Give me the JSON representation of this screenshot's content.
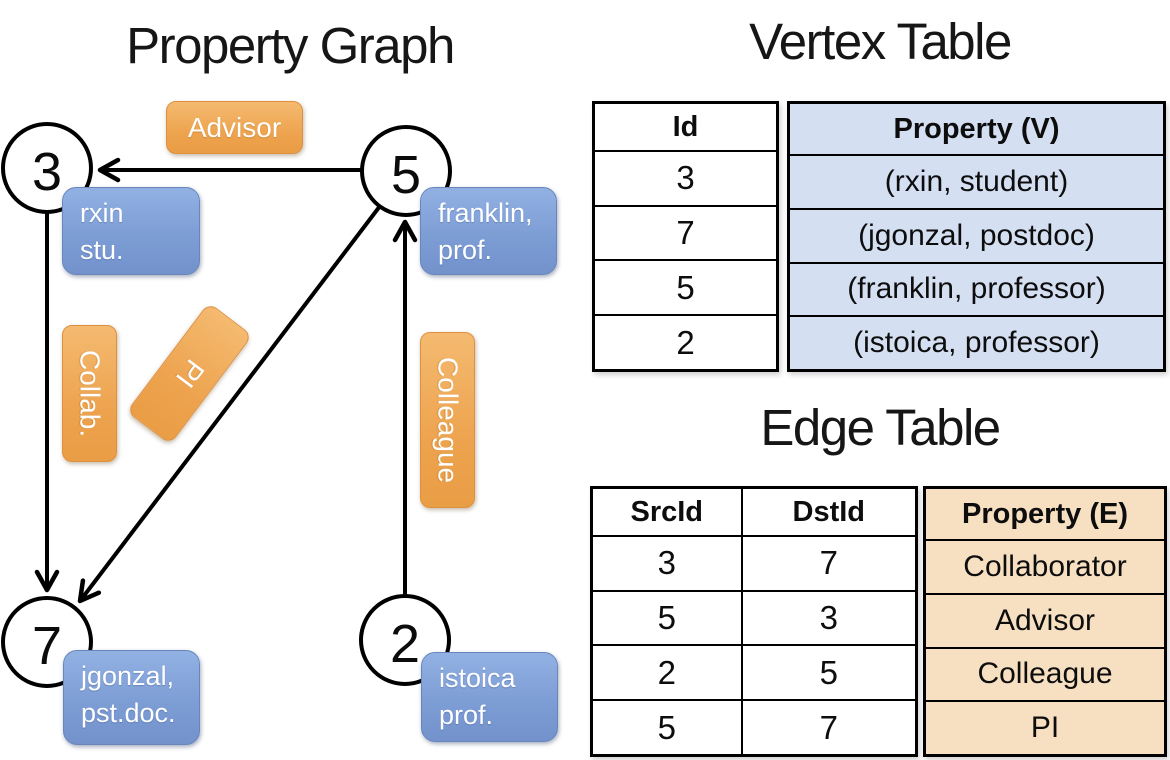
{
  "colors": {
    "edge_label_orange": "#eda24d",
    "vertex_label_blue": "#7d9dd5",
    "vertex_property_fill": "#d5dff2",
    "edge_property_fill": "#f7dfc1",
    "line_black": "#000000"
  },
  "graph": {
    "title": "Property Graph",
    "nodes": [
      {
        "id": "3"
      },
      {
        "id": "5"
      },
      {
        "id": "7"
      },
      {
        "id": "2"
      }
    ],
    "vertex_labels": [
      {
        "line1": "rxin",
        "line2": "stu."
      },
      {
        "line1": "franklin,",
        "line2": "prof."
      },
      {
        "line1": "jgonzal,",
        "line2": "pst.doc."
      },
      {
        "line1": "istoica",
        "line2": "prof."
      }
    ],
    "edge_labels": [
      {
        "label": "Advisor"
      },
      {
        "label": "Collab."
      },
      {
        "label": "PI"
      },
      {
        "label": "Colleague"
      }
    ]
  },
  "vertex_table": {
    "title": "Vertex Table",
    "col_id": "Id",
    "col_property": "Property (V)",
    "rows": [
      {
        "id": "3",
        "property": "(rxin, student)"
      },
      {
        "id": "7",
        "property": "(jgonzal, postdoc)"
      },
      {
        "id": "5",
        "property": "(franklin, professor)"
      },
      {
        "id": "2",
        "property": "(istoica, professor)"
      }
    ]
  },
  "edge_table": {
    "title": "Edge Table",
    "col_src": "SrcId",
    "col_dst": "DstId",
    "col_property": "Property (E)",
    "rows": [
      {
        "src": "3",
        "dst": "7",
        "property": "Collaborator"
      },
      {
        "src": "5",
        "dst": "3",
        "property": "Advisor"
      },
      {
        "src": "2",
        "dst": "5",
        "property": "Colleague"
      },
      {
        "src": "5",
        "dst": "7",
        "property": "PI"
      }
    ]
  }
}
